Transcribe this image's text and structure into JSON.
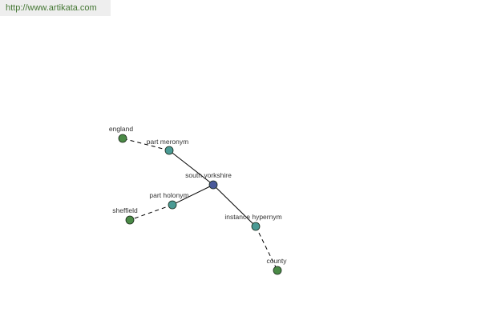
{
  "url_banner": "http://www.artikata.com",
  "colors": {
    "banner_bg": "#eeeeee",
    "banner_text": "#447733",
    "root_node": "#4a5a9a",
    "relation_node": "#4a9a94",
    "leaf_node": "#4a8a46",
    "edge": "#000000"
  },
  "graph": {
    "nodes": [
      {
        "id": "root",
        "label": "south yorkshire",
        "kind": "root"
      },
      {
        "id": "rel1",
        "label": "part meronym",
        "kind": "relation"
      },
      {
        "id": "rel2",
        "label": "part holonym",
        "kind": "relation"
      },
      {
        "id": "rel3",
        "label": "instance hypernym",
        "kind": "relation"
      },
      {
        "id": "leaf1",
        "label": "england",
        "kind": "leaf"
      },
      {
        "id": "leaf2",
        "label": "sheffield",
        "kind": "leaf"
      },
      {
        "id": "leaf3",
        "label": "county",
        "kind": "leaf"
      }
    ],
    "edges": [
      {
        "from": "root",
        "to": "rel1",
        "style": "solid"
      },
      {
        "from": "root",
        "to": "rel2",
        "style": "solid"
      },
      {
        "from": "root",
        "to": "rel3",
        "style": "solid"
      },
      {
        "from": "rel1",
        "to": "leaf1",
        "style": "dashed"
      },
      {
        "from": "rel2",
        "to": "leaf2",
        "style": "dashed"
      },
      {
        "from": "rel3",
        "to": "leaf3",
        "style": "dashed"
      }
    ]
  }
}
